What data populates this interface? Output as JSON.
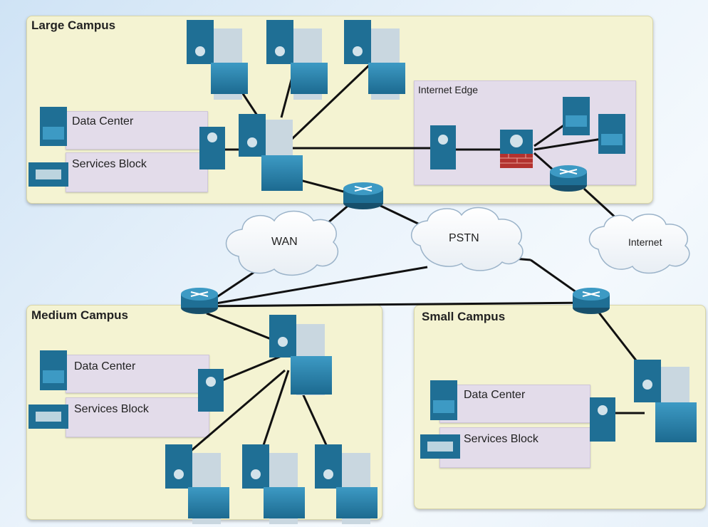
{
  "large_campus": {
    "title": "Large Campus",
    "data_center": "Data Center",
    "services_block": "Services Block",
    "internet_edge": "Internet Edge"
  },
  "medium_campus": {
    "title": "Medium Campus",
    "data_center": "Data Center",
    "services_block": "Services Block"
  },
  "small_campus": {
    "title": "Small Campus",
    "data_center": "Data Center",
    "services_block": "Services Block"
  },
  "clouds": {
    "wan": "WAN",
    "pstn": "PSTN",
    "internet": "Internet"
  },
  "colors": {
    "panel": "#f4f3d2",
    "block": "#e3dcea",
    "device": "#1f6f95",
    "link": "#111111"
  }
}
